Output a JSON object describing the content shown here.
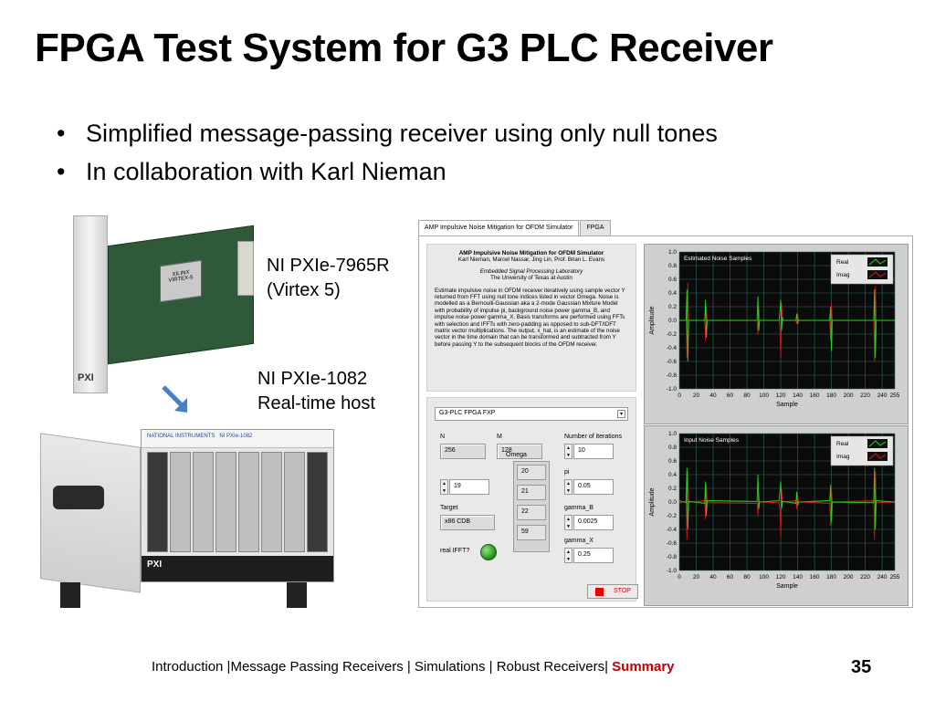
{
  "slide": {
    "title": "FPGA Test System for G3 PLC Receiver",
    "bullets": [
      "Simplified message-passing receiver using only null tones",
      "In collaboration with Karl Nieman"
    ],
    "hardware_labels": {
      "card_line1": "NI PXIe-7965R",
      "card_line2": "(Virtex 5)",
      "host_line1": "NI PXIe-1082",
      "host_line2": "Real-time host"
    },
    "footer": {
      "nav": "Introduction |Message Passing Receivers | Simulations | Robust Receivers|",
      "current": "Summary"
    },
    "page_number": "35"
  },
  "photos": {
    "card_chip_text": "XILINX VIRTEX-5",
    "card_badge": "PXI",
    "chassis_brand": "NATIONAL INSTRUMENTS",
    "chassis_model": "NI PXIe-1082",
    "chassis_badge": "PXI"
  },
  "labview": {
    "tabs": [
      "AMP Impulsive Noise Mitigation for OFDM Simulator",
      "FPGA"
    ],
    "description": {
      "heading": "AMP Impulsive Noise Mitigation for OFDM Simulator",
      "authors": "Karl Nieman, Marcel Nassar, Jing Lin, Prof. Brian L. Evans",
      "lab": "Embedded Signal Processing Laboratory",
      "university": "The University of Texas at Austin",
      "body": "Estimate impulsive noise in OFDM receiver iteratively using sample vector Y returned from FFT using null tone indices listed in vector Omega. Noise is modelled as a Bernoulli-Gaussian aka a 2-mode Gaussian Mixture Model with probability of impulse pi, background noise power gamma_B, and impulse noise power gamma_X. Basis transforms are performed using FFTs with selection and IFFTs with zero-padding as opposed to sub-DFT/IDFT matrix vector multiplications. The output, x_hat, is an estimate of the noise vector in the time domain that can be transformed and subtracted from Y before passing Y to the subsequent blocks of the OFDM receiver."
    },
    "controls": {
      "fpga_select": "G3-PLC FPGA FXP",
      "dropdown_glyph": "▾",
      "n_label": "N",
      "n_value": "256",
      "m_label": "M",
      "m_value": "128",
      "iter_label": "Number of iterations",
      "iter_value": "10",
      "omega_label": "Omega",
      "omega_values": [
        "20",
        "21",
        "22",
        "59"
      ],
      "idx_value": "19",
      "pi_label": "pi",
      "pi_value": "0.05",
      "target_label": "Target",
      "target_value": "x86 CDB",
      "gamma_b_label": "gamma_B",
      "gamma_b_value": "0.0025",
      "real_ifft_label": "real IFFT?",
      "gamma_x_label": "gamma_X",
      "gamma_x_value": "0.25",
      "stop_label": "STOP"
    },
    "colors": {
      "plot_bg": "#0b0b0b",
      "grid": "#2c6f5d",
      "real": "#2ed51c",
      "imag": "#e0141a",
      "stop": "#e00000"
    }
  },
  "chart_data": [
    {
      "type": "line",
      "title": "Estimated Noise Samples",
      "xlabel": "Sample",
      "ylabel": "Amplitude",
      "xlim": [
        0,
        255
      ],
      "ylim": [
        -1.0,
        1.0
      ],
      "xticks": [
        0,
        20,
        40,
        60,
        80,
        100,
        120,
        140,
        160,
        180,
        200,
        220,
        240,
        255
      ],
      "yticks": [
        "1.0",
        "0.8",
        "0.6",
        "0.4",
        "0.2",
        "0.0",
        "-0.2",
        "-0.4",
        "-0.6",
        "-0.8",
        "-1.0"
      ],
      "legend": "top-right",
      "grid": true,
      "series": [
        {
          "name": "Real",
          "points": [
            [
              0,
              0
            ],
            [
              8,
              0
            ],
            [
              9,
              0.45
            ],
            [
              10,
              -0.6
            ],
            [
              11,
              0
            ],
            [
              30,
              0
            ],
            [
              31,
              0.3
            ],
            [
              32,
              -0.25
            ],
            [
              33,
              0
            ],
            [
              92,
              0
            ],
            [
              93,
              0.35
            ],
            [
              94,
              -0.15
            ],
            [
              95,
              0
            ],
            [
              118,
              0
            ],
            [
              119,
              0.12
            ],
            [
              120,
              0.3
            ],
            [
              121,
              -0.15
            ],
            [
              122,
              0.05
            ],
            [
              123,
              0
            ],
            [
              138,
              0
            ],
            [
              139,
              0.1
            ],
            [
              140,
              -0.05
            ],
            [
              141,
              0
            ],
            [
              178,
              0
            ],
            [
              179,
              0.2
            ],
            [
              180,
              -0.45
            ],
            [
              181,
              0
            ],
            [
              230,
              0
            ],
            [
              231,
              0.45
            ],
            [
              232,
              -0.55
            ],
            [
              233,
              0
            ],
            [
              255,
              0
            ]
          ]
        },
        {
          "name": "Imag",
          "points": [
            [
              0,
              0
            ],
            [
              8,
              0
            ],
            [
              9,
              -0.55
            ],
            [
              10,
              0.55
            ],
            [
              11,
              0
            ],
            [
              30,
              0
            ],
            [
              31,
              -0.3
            ],
            [
              32,
              0.2
            ],
            [
              33,
              0
            ],
            [
              92,
              0
            ],
            [
              93,
              -0.2
            ],
            [
              94,
              0.2
            ],
            [
              95,
              0
            ],
            [
              118,
              0
            ],
            [
              119,
              -0.1
            ],
            [
              120,
              -0.55
            ],
            [
              121,
              0.25
            ],
            [
              122,
              0
            ],
            [
              138,
              0
            ],
            [
              139,
              -0.05
            ],
            [
              140,
              0.1
            ],
            [
              141,
              0
            ],
            [
              178,
              0
            ],
            [
              179,
              -0.3
            ],
            [
              180,
              0.25
            ],
            [
              181,
              0
            ],
            [
              230,
              0
            ],
            [
              231,
              -0.6
            ],
            [
              232,
              0.5
            ],
            [
              233,
              0
            ],
            [
              255,
              0
            ]
          ]
        }
      ]
    },
    {
      "type": "line",
      "title": "Input Noise Samples",
      "xlabel": "Sample",
      "ylabel": "Amplitude",
      "xlim": [
        0,
        255
      ],
      "ylim": [
        -1.0,
        1.0
      ],
      "xticks": [
        0,
        20,
        40,
        60,
        80,
        100,
        120,
        140,
        160,
        180,
        200,
        220,
        240,
        255
      ],
      "yticks": [
        "1.0",
        "0.8",
        "0.6",
        "0.4",
        "0.2",
        "0.0",
        "-0.2",
        "-0.4",
        "-0.6",
        "-0.8",
        "-1.0"
      ],
      "legend": "top-right",
      "grid": true,
      "series": [
        {
          "name": "Real",
          "points": [
            [
              0,
              0.02
            ],
            [
              8,
              -0.01
            ],
            [
              9,
              0.5
            ],
            [
              10,
              -0.4
            ],
            [
              11,
              0.01
            ],
            [
              30,
              -0.02
            ],
            [
              31,
              0.3
            ],
            [
              32,
              -0.2
            ],
            [
              33,
              0.02
            ],
            [
              92,
              0.01
            ],
            [
              93,
              0.4
            ],
            [
              94,
              -0.1
            ],
            [
              95,
              0
            ],
            [
              118,
              0.02
            ],
            [
              119,
              0.15
            ],
            [
              120,
              0.3
            ],
            [
              121,
              -0.1
            ],
            [
              122,
              0.01
            ],
            [
              138,
              -0.02
            ],
            [
              139,
              0.15
            ],
            [
              140,
              -0.05
            ],
            [
              141,
              0
            ],
            [
              178,
              0.02
            ],
            [
              179,
              0.25
            ],
            [
              180,
              -0.3
            ],
            [
              181,
              0
            ],
            [
              230,
              -0.01
            ],
            [
              231,
              0.5
            ],
            [
              232,
              -0.4
            ],
            [
              233,
              0.02
            ],
            [
              255,
              0
            ]
          ]
        },
        {
          "name": "Imag",
          "points": [
            [
              0,
              -0.02
            ],
            [
              8,
              0.02
            ],
            [
              9,
              -0.55
            ],
            [
              10,
              0.45
            ],
            [
              11,
              0
            ],
            [
              30,
              0.02
            ],
            [
              31,
              -0.25
            ],
            [
              32,
              0.25
            ],
            [
              33,
              -0.01
            ],
            [
              92,
              -0.02
            ],
            [
              93,
              -0.2
            ],
            [
              94,
              0.15
            ],
            [
              95,
              0
            ],
            [
              118,
              -0.01
            ],
            [
              119,
              -0.1
            ],
            [
              120,
              -0.5
            ],
            [
              121,
              0.2
            ],
            [
              122,
              0
            ],
            [
              138,
              0.02
            ],
            [
              139,
              -0.1
            ],
            [
              140,
              0.1
            ],
            [
              141,
              0
            ],
            [
              178,
              -0.02
            ],
            [
              179,
              -0.35
            ],
            [
              180,
              0.2
            ],
            [
              181,
              0
            ],
            [
              230,
              0.02
            ],
            [
              231,
              -0.55
            ],
            [
              232,
              0.45
            ],
            [
              233,
              -0.01
            ],
            [
              255,
              0
            ]
          ]
        }
      ]
    }
  ]
}
